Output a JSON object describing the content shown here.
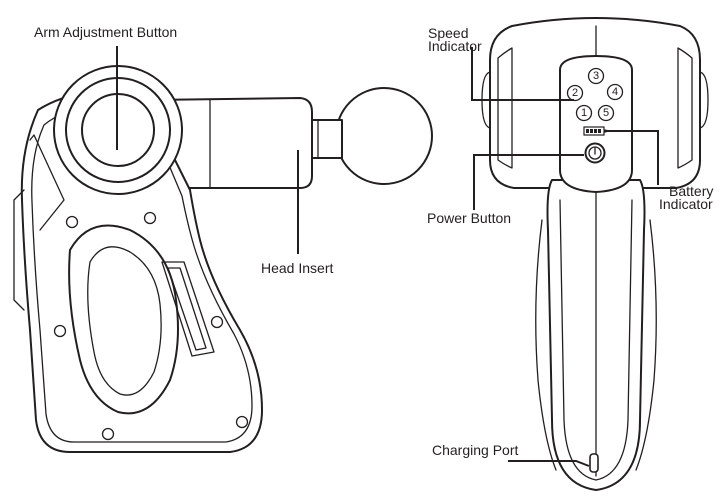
{
  "labels": {
    "arm_adjustment": "Arm Adjustment Button",
    "head_insert": "Head Insert",
    "speed_indicator_1": "Speed",
    "speed_indicator_2": "Indicator",
    "battery_indicator_1": "Battery",
    "battery_indicator_2": "Indicator",
    "power_button": "Power Button",
    "charging_port": "Charging Port"
  },
  "speed_levels": [
    "1",
    "2",
    "3",
    "4",
    "5"
  ]
}
